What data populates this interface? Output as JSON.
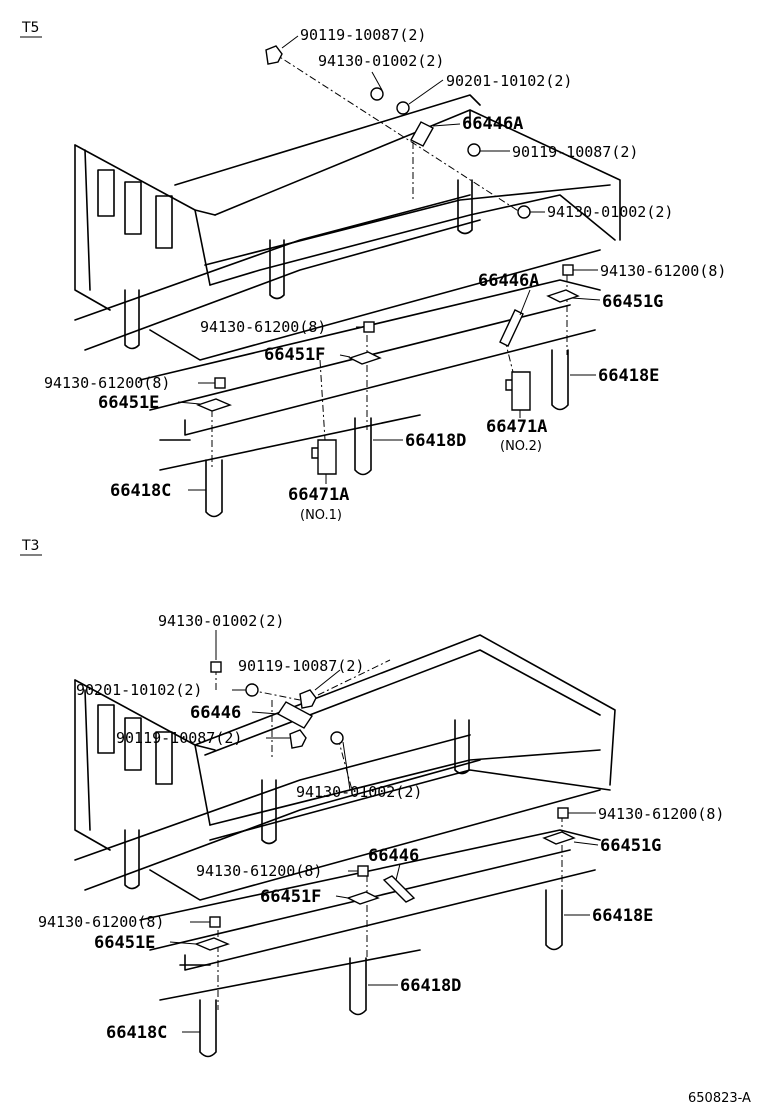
{
  "t5": {
    "section_label": "T5",
    "labels": {
      "bolt_top": "90119-10087(2)",
      "nut_top": "94130-01002(2)",
      "washer_top": "90201-10102(2)",
      "stay": "66446A",
      "bolt_right": "90119-10087(2)",
      "nut_right": "94130-01002(2)",
      "nut_g": "94130-61200(8)",
      "stay_lower": "66446A",
      "plate_g": "66451G",
      "nut_f": "94130-61200(8)",
      "plate_f": "66451F",
      "ubolt_e": "66418E",
      "nut_e": "94130-61200(8)",
      "plate_e": "66451E",
      "bracket2": "66471A",
      "bracket2_note": "(NO.2)",
      "ubolt_d": "66418D",
      "ubolt_c": "66418C",
      "bracket1": "66471A",
      "bracket1_note": "(NO.1)"
    }
  },
  "t3": {
    "section_label": "T3",
    "labels": {
      "nut_top": "94130-01002(2)",
      "bolt_top": "90119-10087(2)",
      "washer": "90201-10102(2)",
      "stay": "66446",
      "bolt_left": "90119-10087(2)",
      "nut_mid": "94130-01002(2)",
      "nut_g": "94130-61200(8)",
      "plate_g": "66451G",
      "nut_f": "94130-61200(8)",
      "stay_lower": "66446",
      "plate_f": "66451F",
      "ubolt_e": "66418E",
      "nut_e": "94130-61200(8)",
      "plate_e": "66451E",
      "ubolt_d": "66418D",
      "ubolt_c": "66418C"
    }
  },
  "reference": "650823-A"
}
